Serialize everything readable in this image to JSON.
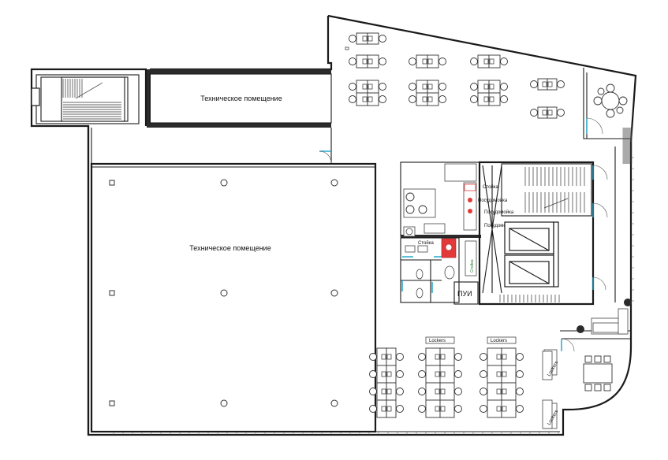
{
  "plan": {
    "rooms": {
      "tech_room_top": "Техническое помещение",
      "tech_room_main": "Техническое помещение",
      "janitor": "ПУИ"
    },
    "kitchen_labels": [
      "Стойка",
      "Посудомойка",
      "Посудомойка",
      "Посудомойка"
    ],
    "kitchen_red_label": "Стойка",
    "kitchen_vertical_label": "Стойка",
    "lockers": [
      "Lockers",
      "Lockers",
      "Lockers",
      "Lockers"
    ],
    "colors": {
      "walls": "#1a1a1a",
      "doors": "#1aa3c8",
      "kitchen_accent": "#e23a3a",
      "background": "#ffffff"
    }
  }
}
